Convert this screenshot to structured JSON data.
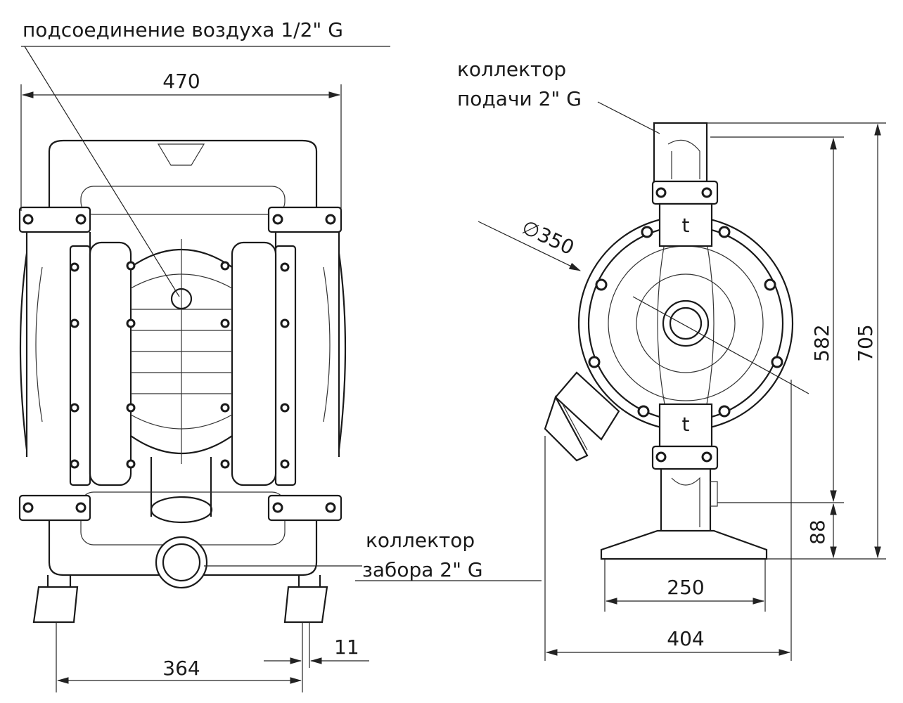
{
  "labels": {
    "air_connection": "подсоединение воздуха 1/2\" G",
    "discharge_line1": "коллектор",
    "discharge_line2": "подачи 2\" G",
    "suction_line1": "коллектор",
    "suction_line2": "забора 2\" G",
    "diameter": "∅350",
    "flow_arrow": "t"
  },
  "dimensions": {
    "overall_width": "470",
    "foot_spacing": "364",
    "foot_width": "11",
    "height_inner": "582",
    "height_total": "705",
    "base_height": "88",
    "base_width": "250",
    "side_width": "404"
  }
}
